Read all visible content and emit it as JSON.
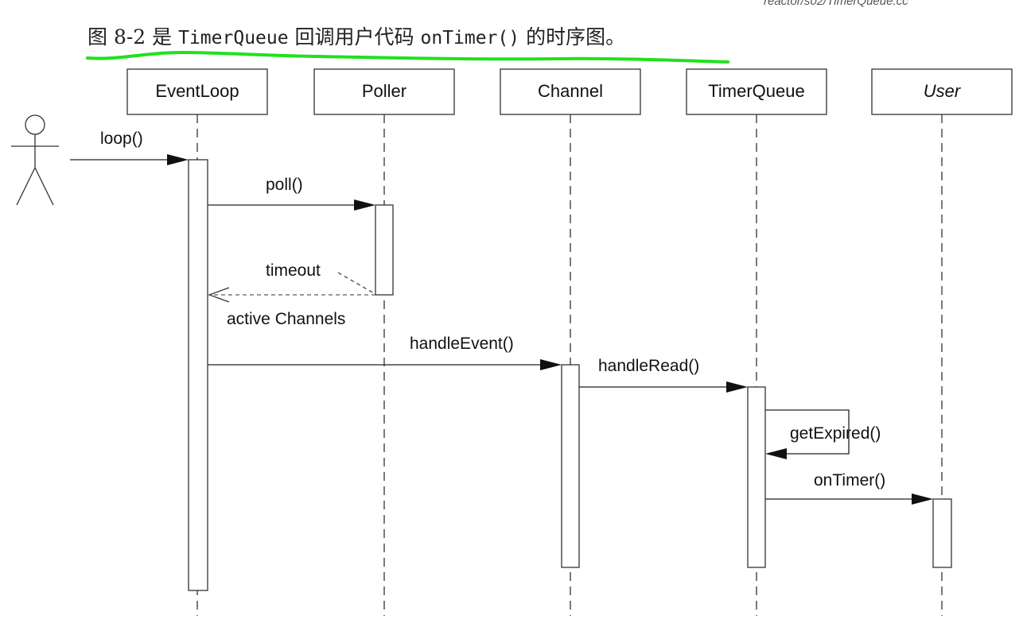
{
  "header": {
    "corner_text": "reactor/s02/TimerQueue.cc",
    "caption": {
      "prefix": "图 8-2 是 ",
      "code1": "TimerQueue",
      "middle": " 回调用户代码 ",
      "code2": "onTimer()",
      "suffix": " 的时序图。"
    },
    "highlight_color": "#22e01e"
  },
  "participants": [
    {
      "id": "eventloop",
      "label": "EventLoop",
      "italic": false
    },
    {
      "id": "poller",
      "label": "Poller",
      "italic": false
    },
    {
      "id": "channel",
      "label": "Channel",
      "italic": false
    },
    {
      "id": "timerqueue",
      "label": "TimerQueue",
      "italic": false
    },
    {
      "id": "user",
      "label": "User",
      "italic": true
    }
  ],
  "actor": {
    "name": "actor-figure"
  },
  "messages": [
    {
      "id": "loop",
      "label": "loop()",
      "from": "actor",
      "to": "eventloop",
      "type": "sync"
    },
    {
      "id": "poll",
      "label": "poll()",
      "from": "eventloop",
      "to": "poller",
      "type": "sync"
    },
    {
      "id": "return",
      "label": "active Channels",
      "note": "timeout",
      "from": "poller",
      "to": "eventloop",
      "type": "return"
    },
    {
      "id": "handleEvent",
      "label": "handleEvent()",
      "from": "eventloop",
      "to": "channel",
      "type": "sync"
    },
    {
      "id": "handleRead",
      "label": "handleRead()",
      "from": "channel",
      "to": "timerqueue",
      "type": "sync"
    },
    {
      "id": "getExpired",
      "label": "getExpired()",
      "from": "timerqueue",
      "to": "timerqueue",
      "type": "self"
    },
    {
      "id": "onTimer",
      "label": "onTimer()",
      "from": "timerqueue",
      "to": "user",
      "type": "sync"
    }
  ]
}
